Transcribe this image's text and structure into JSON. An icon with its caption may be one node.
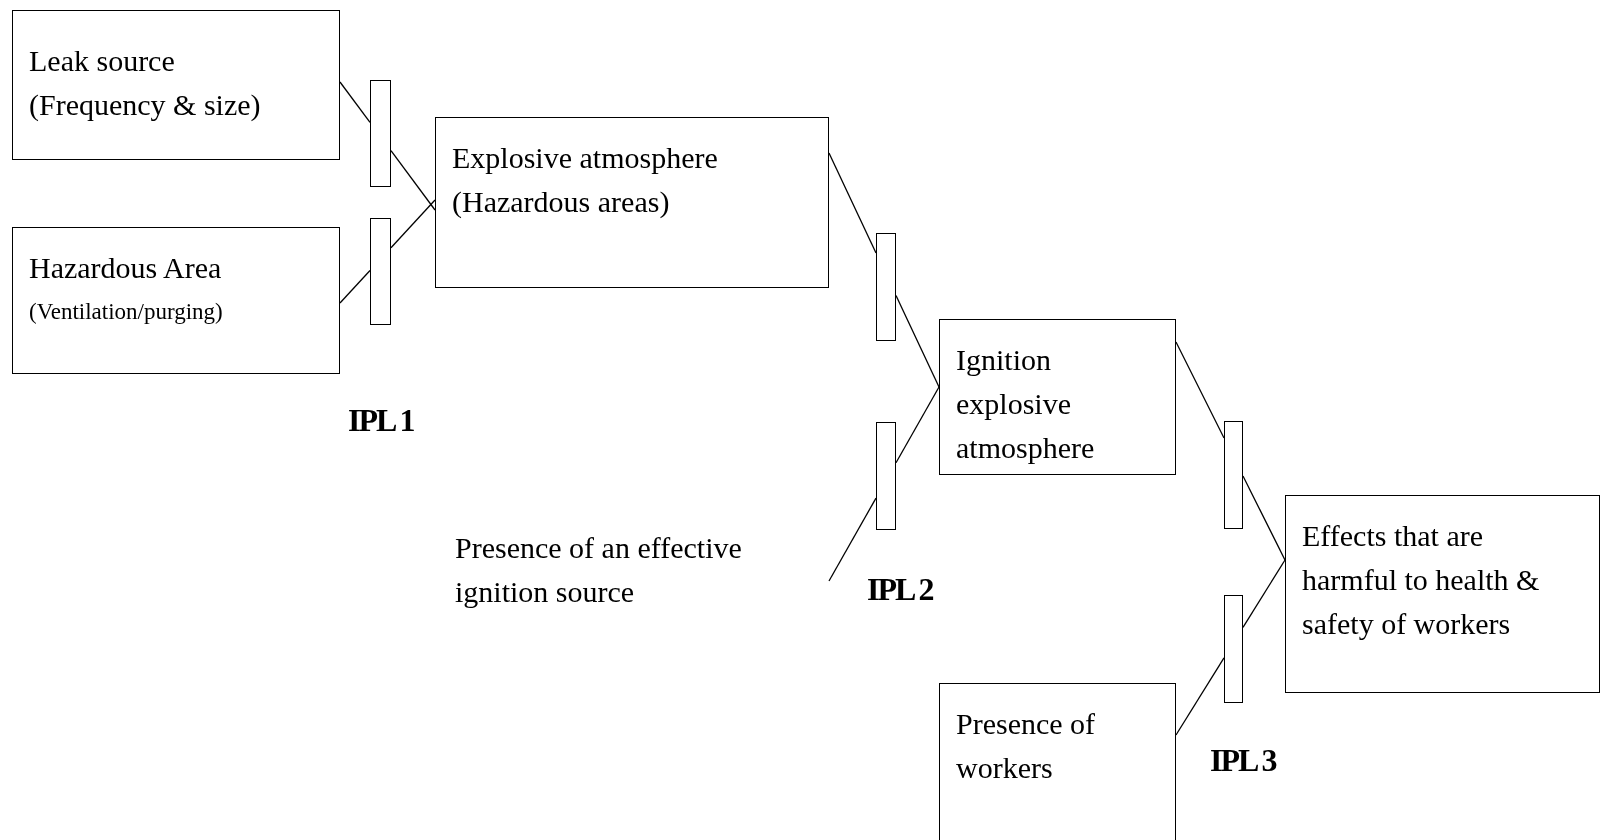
{
  "diagram": {
    "nodes": [
      {
        "text": [
          "Leak source",
          "(Frequency & size)"
        ]
      },
      {
        "text": [],
        "shape": "bar"
      },
      {
        "text": [],
        "shape": "bar"
      },
      {
        "text": [
          "Hazardous Area",
          "(Ventilation/purging)"
        ]
      },
      {
        "text": [
          "Explosive atmosphere",
          "(Hazardous areas)"
        ]
      },
      {
        "text": [],
        "shape": "bar"
      },
      {
        "text": [
          "Ignition explosive atmosphere"
        ]
      },
      {
        "text": [],
        "shape": "bar"
      },
      {
        "text": [
          "Presence of an effective ignition source"
        ]
      },
      {
        "text": [],
        "shape": "bar"
      },
      {
        "text": [
          "Effects that are harmful to health & safety of workers"
        ]
      },
      {
        "text": [],
        "shape": "bar"
      },
      {
        "text": [
          "Presence of workers"
        ]
      }
    ],
    "edges": [
      {
        "from": 0,
        "to": 1,
        "arrow": "none"
      },
      {
        "from": 1,
        "to": 4,
        "arrow": "none"
      },
      {
        "from": 3,
        "to": 2,
        "arrow": "none"
      },
      {
        "from": 2,
        "to": 4,
        "arrow": "none"
      },
      {
        "from": 4,
        "to": 5,
        "arrow": "none"
      },
      {
        "from": 5,
        "to": 6,
        "arrow": "none"
      },
      {
        "from": 8,
        "to": 7,
        "arrow": "none"
      },
      {
        "from": 7,
        "to": 6,
        "arrow": "none"
      },
      {
        "from": 6,
        "to": 9,
        "arrow": "none"
      },
      {
        "from": 9,
        "to": 10,
        "arrow": "none"
      },
      {
        "from": 12,
        "to": 11,
        "arrow": "none"
      },
      {
        "from": 11,
        "to": 10,
        "arrow": "none"
      }
    ],
    "labels": [
      "IPL 1",
      "IPL 2",
      "IPL 3"
    ]
  }
}
